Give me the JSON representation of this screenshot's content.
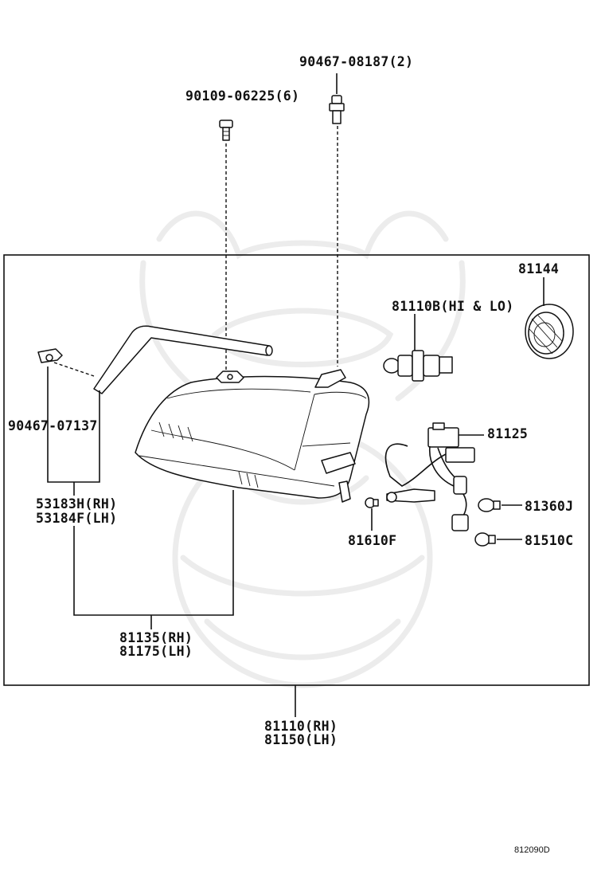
{
  "labels": {
    "bolt_upper_right": "90467-08187(2)",
    "screw_upper_left": "90109-06225(6)",
    "socket_cover": "81144",
    "bulb_hi_lo": "81110B(HI & LO)",
    "clip_left": "90467-07137",
    "wire_harness": "81125",
    "bracket_rh": "53183H(RH)",
    "bracket_lh": "53184F(LH)",
    "bulb_side": "81360J",
    "bulb_small": "81610F",
    "bulb_turn": "81510C",
    "lens_rh": "81135(RH)",
    "lens_lh": "81175(LH)",
    "assembly_rh": "81110(RH)",
    "assembly_lh": "81150(LH)",
    "figure_code": "812090D"
  }
}
